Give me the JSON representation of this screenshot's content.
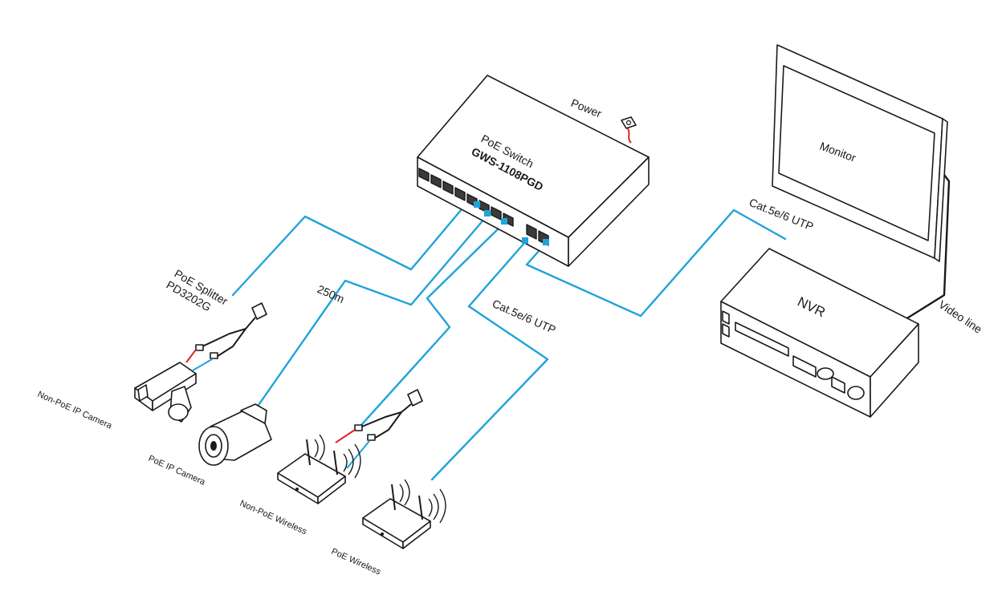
{
  "colors": {
    "network_cable": "#1fa3d9",
    "power_cable": "#e0242a",
    "video_line": "#1a1a1a",
    "outline": "#1a1a1a",
    "background": "#ffffff"
  },
  "labels": {
    "switch_line1": "PoE  Switch",
    "switch_line2": "GWS-1108PGD",
    "power": "Power",
    "monitor": "Monitor",
    "nvr": "NVR",
    "video_line": "Video line",
    "cable_top": "Cat.5e/6 UTP",
    "cable_mid": "Cat.5e/6 UTP",
    "distance": "250m",
    "splitter_line1": "PoE Splitter",
    "splitter_line2": "PD3202G",
    "non_poe_ip_camera": "Non-PoE IP Camera",
    "poe_ip_camera": "PoE IP Camera",
    "non_poe_wireless": "Non-PoE Wireless",
    "poe_wireless": "PoE Wireless"
  },
  "icons": [
    "poe-switch-icon",
    "power-socket-icon",
    "monitor-icon",
    "nvr-icon",
    "poe-splitter-icon",
    "ip-camera-icon",
    "bullet-camera-icon",
    "wireless-router-icon"
  ]
}
